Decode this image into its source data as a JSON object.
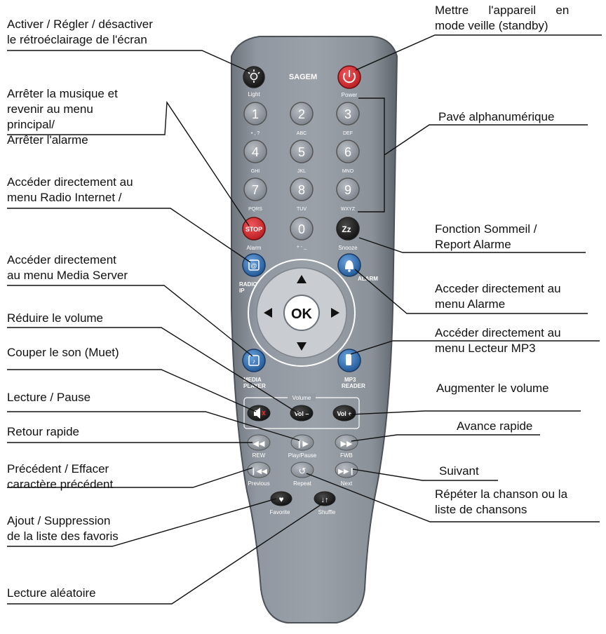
{
  "brand": "SAGEM",
  "colors": {
    "body": "#8f959d",
    "body_dark": "#5f656c",
    "key_grey": "#9aa0a8",
    "key_black": "#1b1b1b",
    "key_red": "#e0262b",
    "key_blue": "#2f6fb5",
    "dpad": "#c6cacf"
  },
  "remote": {
    "light_label": "Light",
    "power_label": "Power",
    "num_keys": [
      {
        "digit": "1",
        "sub": "• , ?"
      },
      {
        "digit": "2",
        "sub": "ABC"
      },
      {
        "digit": "3",
        "sub": "DEF"
      },
      {
        "digit": "4",
        "sub": "GHI"
      },
      {
        "digit": "5",
        "sub": "JKL"
      },
      {
        "digit": "6",
        "sub": "MNO"
      },
      {
        "digit": "7",
        "sub": "PQRS"
      },
      {
        "digit": "8",
        "sub": "TUV"
      },
      {
        "digit": "9",
        "sub": "WXYZ"
      }
    ],
    "stop_key": "STOP",
    "stop_label": "Alarm",
    "zero_key": "0",
    "zero_sub": "+ - _",
    "snooze_key": "Zz",
    "snooze_label": "Snooze",
    "radio_label": "RADIO\nIP",
    "alarm_label": "ALARM",
    "ok_key": "OK",
    "media_label": "MEDIA\nPLAYER",
    "mp3_label": "MP3\nREADER",
    "volume_label": "Volume",
    "vol_minus": "Vol –",
    "vol_plus": "Vol +",
    "rew_label": "REW",
    "play_label": "Play/Pause",
    "fwb_label": "FWB",
    "prev_label": "Previous",
    "repeat_label": "Repeat",
    "next_label": "Next",
    "fav_label": "Favorite",
    "shuffle_label": "Shuffle"
  },
  "annotations": {
    "backlight_1": "Activer / Régler / désactiver",
    "backlight_2": "le rétroéclairage de l'écran",
    "standby_1": "Mettre      l'appareil      en",
    "standby_2": "mode veille (standby)",
    "stop_1": "Arrêter la musique et",
    "stop_2": "revenir au menu",
    "stop_3": "principal/",
    "stop_4": "Arrêter l'alarme",
    "keypad": "Pavé alphanumérique",
    "radio_1": "Accéder directement au",
    "radio_2": "menu Radio Internet /",
    "sleep_1": "Fonction Sommeil /",
    "sleep_2": "Report Alarme",
    "mediaserver_1": "Accéder directement",
    "mediaserver_2": "au menu Media Server",
    "alarm_1": "Acceder directement au",
    "alarm_2": "menu Alarme",
    "voldown": "Réduire le volume",
    "mp3_1": "Accéder directement au",
    "mp3_2": "menu Lecteur MP3",
    "mute": "Couper le son (Muet)",
    "volup": "Augmenter le volume",
    "play": "Lecture / Pause",
    "ff": "Avance rapide",
    "rew": "Retour rapide",
    "prev_1": "Précédent / Effacer",
    "prev_2": "caractère précédent",
    "next": "Suivant",
    "repeat_1": "Répéter la chanson ou la",
    "repeat_2": "liste de chansons",
    "fav_1": "Ajout / Suppression",
    "fav_2": "de la liste des favoris",
    "shuffle": "Lecture aléatoire"
  }
}
